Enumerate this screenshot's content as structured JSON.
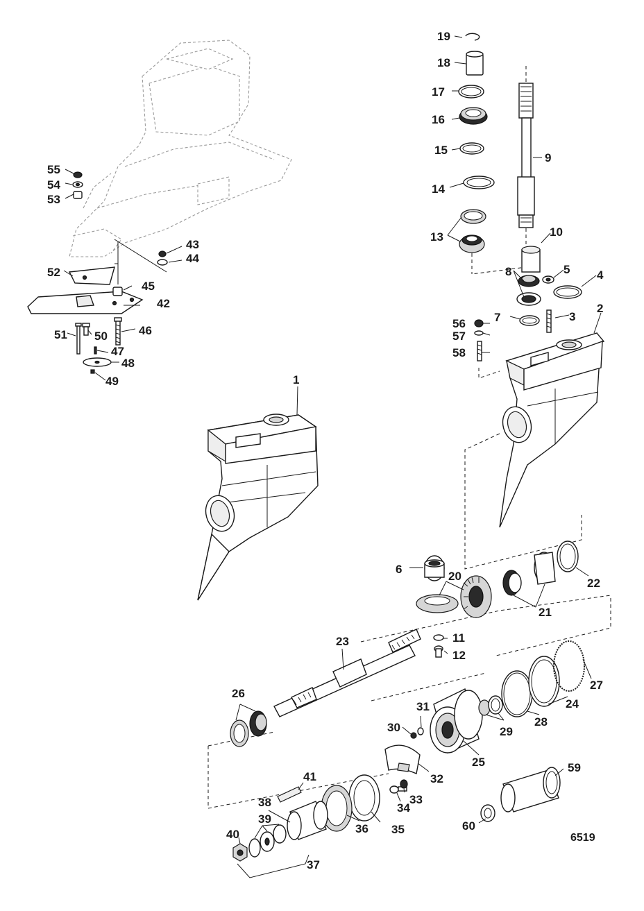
{
  "figure_id": "6519",
  "callouts": {
    "c1": "1",
    "c2": "2",
    "c3": "3",
    "c4": "4",
    "c5": "5",
    "c6": "6",
    "c7": "7",
    "c8": "8",
    "c9": "9",
    "c10": "10",
    "c11": "11",
    "c12": "12",
    "c13": "13",
    "c14": "14",
    "c15": "15",
    "c16": "16",
    "c17": "17",
    "c18": "18",
    "c19": "19",
    "c20": "20",
    "c21": "21",
    "c22": "22",
    "c23": "23",
    "c24": "24",
    "c25": "25",
    "c26": "26",
    "c27": "27",
    "c28": "28",
    "c29": "29",
    "c30": "30",
    "c31": "31",
    "c32": "32",
    "c33": "33",
    "c34": "34",
    "c35": "35",
    "c36": "36",
    "c37": "37",
    "c38": "38",
    "c39": "39",
    "c40": "40",
    "c41": "41",
    "c42": "42",
    "c43": "43",
    "c44": "44",
    "c45": "45",
    "c46": "46",
    "c47": "47",
    "c48": "48",
    "c49": "49",
    "c50": "50",
    "c51": "51",
    "c52": "52",
    "c53": "53",
    "c54": "54",
    "c55": "55",
    "c56": "56",
    "c57": "57",
    "c58": "58",
    "c59": "59",
    "c60": "60"
  }
}
